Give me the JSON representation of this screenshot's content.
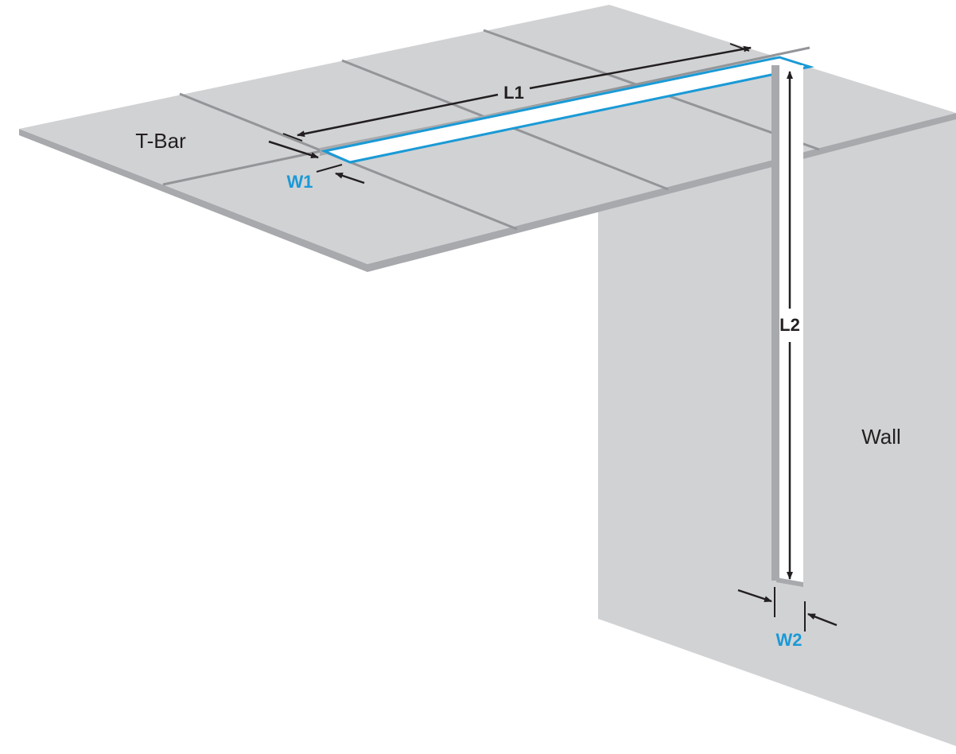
{
  "labels": {
    "ceiling": "T-Bar",
    "wall": "Wall",
    "length_1": "L1",
    "width_1": "W1",
    "length_2": "L2",
    "width_2": "W2"
  },
  "colors": {
    "panel": "#d1d2d4",
    "panel_edge": "#a7a9ac",
    "grid_line": "#939598",
    "dimension": "#231f20",
    "highlight": "#1a9ad6",
    "opening": "#ffffff"
  }
}
